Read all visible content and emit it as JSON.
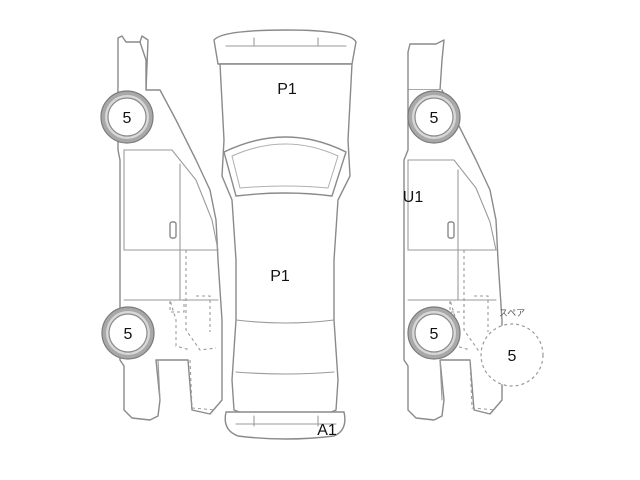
{
  "labels": {
    "roof_rear": "P1",
    "hood": "P1",
    "right_front_door": "U1",
    "front_bumper": "A1"
  },
  "tires": {
    "left_rear": "5",
    "left_front": "5",
    "right_rear": "5",
    "right_front": "5"
  },
  "spare": {
    "label": "スペア",
    "value": "5"
  },
  "colors": {
    "outline": "#8a8a8a",
    "tire": "#a8a8a8",
    "text": "#111111"
  }
}
